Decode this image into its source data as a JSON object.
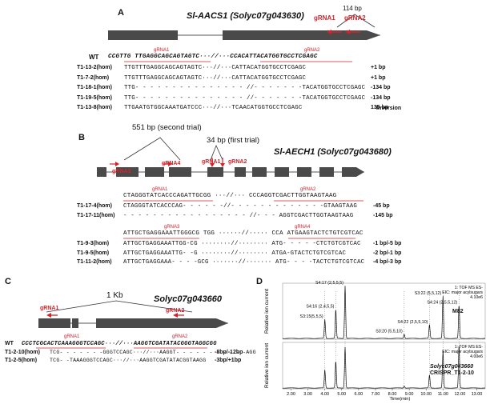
{
  "panelA": {
    "letter": "A",
    "title": "Sl-AACS1 (Solyc07g043630)",
    "distance": "114 bp",
    "grna1": "gRNA1",
    "grna2": "gRNA2",
    "grna1_inline": "gRNA1",
    "grna2_inline": "gRNA2",
    "wt_label": "WT",
    "wt_seq": "CCGTTG TTGAGGCAGCAGTAGTC···//···CCACATTACATGGTGCCTCGAGC",
    "rows": [
      {
        "label": "T1-13-2(hom)",
        "seq": "TTGTTTGAGGCAGCAGTAGTC···//···CATTACATGGTGCCTCGAGC",
        "note": "+1 bp"
      },
      {
        "label": "T1-7-2(hom)",
        "seq": "TTGTTTGAGGCAGCAGTAGTC···//···CATTACATGGTGCCTCGAGC",
        "note": "+1 bp"
      },
      {
        "label": "T1-18-1(hom)",
        "seq": "TTG- - - - - - - - - - - - - - - //- - - - - - -TACATGGTGCCTCGAGC",
        "note": "-134 bp"
      },
      {
        "label": "T1-19-5(hom)",
        "seq": "TTG- - - - - - - - - - - - - - - //- - - - - - -TACATGGTGCCTCGAGC",
        "note": "-134 bp"
      },
      {
        "label": "T1-13-8(hom)",
        "seq": "TTGAATGTGGCAAATGATCCC···//···TCAACATGGTGCCTCGAGC",
        "note": "135 bp"
      }
    ],
    "inversion": "Inversion"
  },
  "panelB": {
    "letter": "B",
    "title": "Sl-AECH1 (Solyc07g043680)",
    "second_trial": "551 bp (second trial)",
    "first_trial": "34 bp (first trial)",
    "grna1": "gRNA1",
    "grna2": "gRNA2",
    "grna3": "gRNA3",
    "grna4": "gRNA4",
    "grna1_inline": "gRNA1",
    "grna2_inline": "gRNA2",
    "grna3_inline": "gRNA3",
    "grna4_inline": "gRNA4",
    "ref1": "CTAGGGTATCACCCAGATTGCGG ···//··· CCCAGGTCGACTTGGTAAGTAAG",
    "rows1": [
      {
        "label": "T1-17-4(hom)",
        "seq": "CTAGGGTATCACCCAG- - - - - -//- - - - - - - - - - - - -GTAAGTAAG",
        "note": "-45 bp"
      },
      {
        "label": "T1-17-11(hom)",
        "seq": "- - - - - - - - - - - - - - - - - //- - - AGGTCGACTTGGTAAGTAAG",
        "note": "-145 bp"
      }
    ],
    "ref2": "ATTGCTGAGGAAATTGGGCG TGG ······//····· CCA ATGAAGTACTCTGTCGTCAC",
    "rows2": [
      {
        "label": "T1-9-3(hom)",
        "seq": "ATTGCTGAGGAAATTGG-CG ········//········ ATG- - - - -CTCTGTCGTCAC",
        "note": "-1 bp/-5 bp"
      },
      {
        "label": "T1-9-5(hom)",
        "seq": "ATTGCTGAGGAAATTG- -G ········//········ ATGA-GTACTCTGTCGTCAC",
        "note": "-2 bp/-1 bp"
      },
      {
        "label": "T1-11-2(hom)",
        "seq": "ATTGCTGAGGAAA- - - -GCG ·······//······· ATG- - - -TACTCTGTCGTCAC",
        "note": "-4 bp/-3 bp"
      }
    ]
  },
  "panelC": {
    "letter": "C",
    "title": "Solyc07g043660",
    "distance": "1 Kb",
    "grna1": "gRNA1",
    "grna2": "gRNA2",
    "grna1_inline": "gRNA1",
    "grna2_inline": "gRNA2",
    "wt_label": "WT",
    "wt_seq": "CCCTCGCACTCAAAGGGTCCAGC···//···AAGGTCGATATACGGGTAGGCGG",
    "rows": [
      {
        "label": "T1-2-10(hom)",
        "seq": "TCG- - - - - - -GGGTCCAGC···//···AAGGT- - - - - - - - - - -AGG",
        "note": "-8bp/-12bp"
      },
      {
        "label": "T1-2-5(hom)",
        "seq": "TCG- -TAAAGGGTCCAGC···//···AAGGTCGATATACGGTAAGG",
        "note": "-3bp/+1bp"
      }
    ]
  },
  "panelD": {
    "letter": "D",
    "chart_data": {
      "type": "line",
      "xlabel": "Time(min)",
      "ylabel": "Relative ion current",
      "xlim": [
        1.5,
        13.5
      ],
      "x_ticks": [
        "2.00",
        "3.00",
        "4.00",
        "5.00",
        "6.00",
        "7.00",
        "8.00",
        "9.00",
        "10.00",
        "11.00",
        "12.00",
        "13.00"
      ],
      "panels": [
        {
          "name": "M82",
          "info1": "1: TOF MS ES-",
          "info2": "EIC: major acylsugars",
          "info3": "4.10e6",
          "peaks": [
            {
              "x": 4.0,
              "y": 0.36,
              "label": "S3:15(5,5,5)"
            },
            {
              "x": 4.65,
              "y": 0.55,
              "label": "S4:16 (2,4,5,5)"
            },
            {
              "x": 5.2,
              "y": 1.0,
              "label": "S4:17 (2,5,5,5)"
            },
            {
              "x": 8.7,
              "y": 0.08,
              "label": "S3:20 (5,5,10)"
            },
            {
              "x": 10.2,
              "y": 0.26,
              "label": "S4:22 (2,5,5,10)"
            },
            {
              "x": 11.0,
              "y": 0.8,
              "label": "S3:22 (5,5,12)"
            },
            {
              "x": 11.95,
              "y": 0.63,
              "label": "S4:24 (2,5,5,12)"
            }
          ]
        },
        {
          "name": "Solyc07g043660 CRISPR_T1-2-10",
          "info1": "1: TOF MS ES-",
          "info2": "EIC: major acylsugars",
          "info3": "4.00e6",
          "peaks": [
            {
              "x": 4.0,
              "y": 0.42
            },
            {
              "x": 4.65,
              "y": 0.62
            },
            {
              "x": 5.2,
              "y": 0.95
            },
            {
              "x": 8.7,
              "y": 0.05
            },
            {
              "x": 10.2,
              "y": 0.3
            },
            {
              "x": 11.0,
              "y": 0.86
            },
            {
              "x": 11.95,
              "y": 1.0
            }
          ]
        }
      ]
    },
    "m82_label": "M82",
    "mutant_label1": "Solyc07g043660",
    "mutant_label2": "CRISPR_T1-2-10"
  }
}
